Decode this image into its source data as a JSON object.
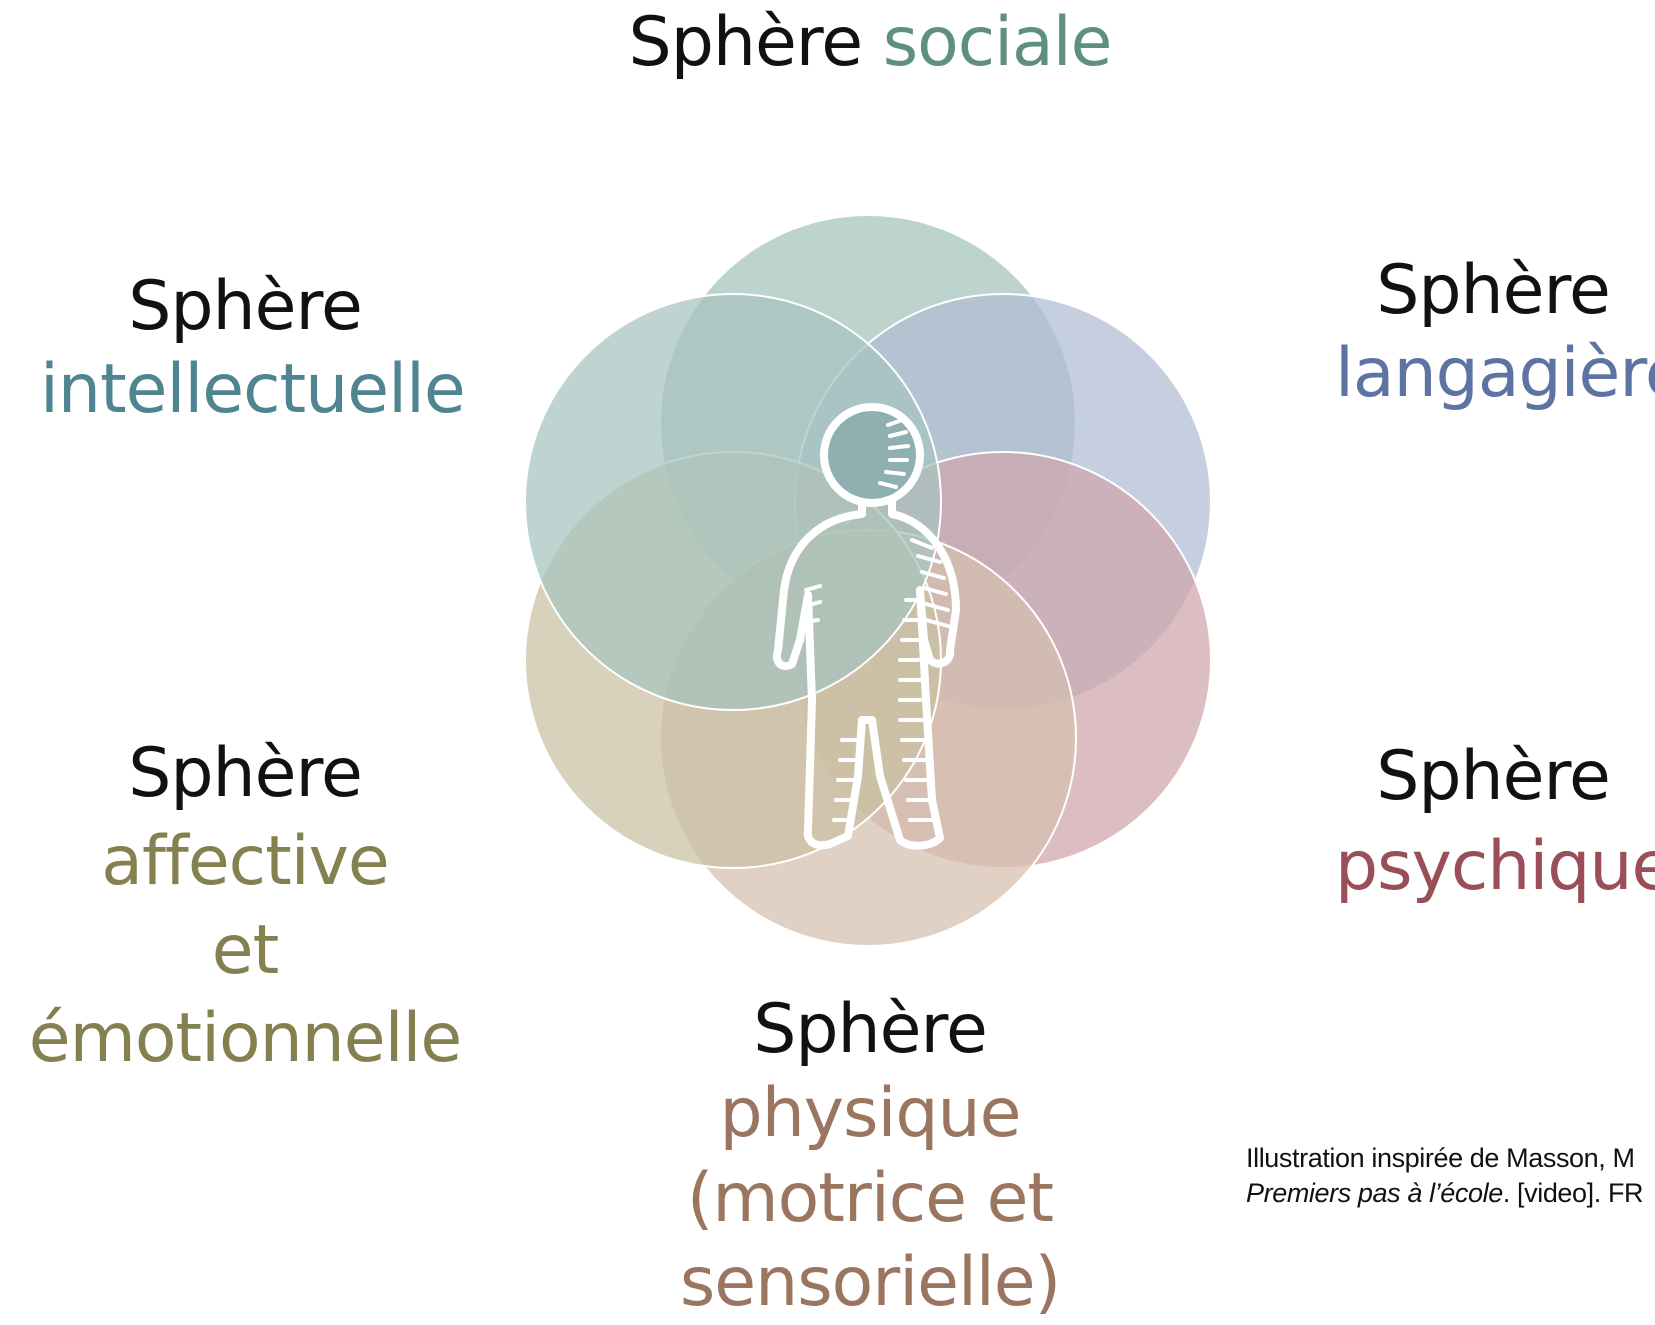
{
  "colors": {
    "sociale": "#5e8f80",
    "intellectuelle": "#4e8590",
    "langagiere": "#5d74a2",
    "psychique": "#9a4f58",
    "physique": "#9a7660",
    "affective": "#85804f",
    "circle_sociale": "#a4c2bb",
    "circle_langagiere": "#b0bcd4",
    "circle_psychique": "#cfa5ab",
    "circle_physique": "#d6bfae",
    "circle_affective": "#c9c1a2",
    "circle_intellectuelle": "#a6c4bf",
    "figure_fill": "#8fb0b0",
    "figure_stroke": "#ffffff"
  },
  "spheres": {
    "sociale": {
      "prefix": "Sphère",
      "accent": "sociale"
    },
    "intellectuelle": {
      "prefix": "Sphère",
      "accent": "intellectuelle"
    },
    "langagiere": {
      "prefix": "Sphère",
      "accent": "langagière"
    },
    "affective": {
      "prefix": "Sphère",
      "accent_line1": "affective",
      "accent_line2": "et émotionnelle"
    },
    "psychique": {
      "prefix": "Sphère",
      "accent": "psychique"
    },
    "physique": {
      "prefix": "Sphère",
      "accent_line1": "physique",
      "accent_line2": "(motrice et",
      "accent_line3": "sensorielle)"
    }
  },
  "credit": {
    "line1": "Illustration inspirée de Masson, M",
    "line2_italic": "Premiers pas à l’école",
    "line2_rest": ". [video]. FR"
  },
  "icons": {
    "center": "child-figure-icon"
  }
}
